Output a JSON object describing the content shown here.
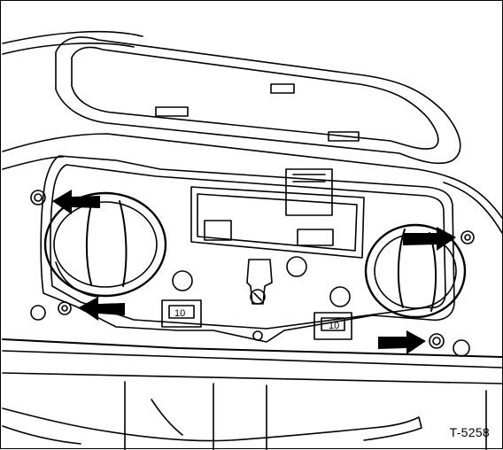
{
  "figure": {
    "code": "T-5258",
    "gauge_left_digits": "10",
    "gauge_right_digits": "10"
  },
  "colors": {
    "line": "#000000",
    "background": "#ffffff"
  },
  "arrows": [
    {
      "name": "arrow-top-left",
      "direction": "left"
    },
    {
      "name": "arrow-mid-left",
      "direction": "left"
    },
    {
      "name": "arrow-top-right",
      "direction": "right"
    },
    {
      "name": "arrow-bottom-right",
      "direction": "right"
    }
  ]
}
